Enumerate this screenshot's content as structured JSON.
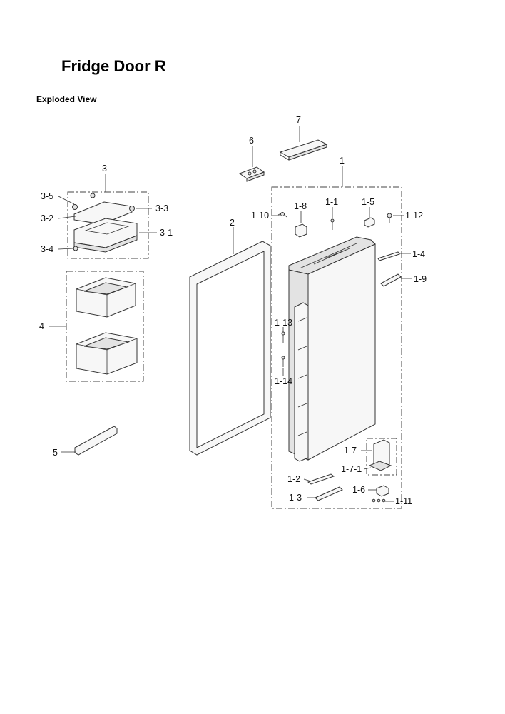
{
  "title": "Fridge Door R",
  "subtitle": "Exploded View",
  "callouts": [
    {
      "id": "7",
      "text": "7"
    },
    {
      "id": "6",
      "text": "6"
    },
    {
      "id": "1",
      "text": "1"
    },
    {
      "id": "3",
      "text": "3"
    },
    {
      "id": "3-5",
      "text": "3-5"
    },
    {
      "id": "3-3",
      "text": "3-3"
    },
    {
      "id": "3-2",
      "text": "3-2"
    },
    {
      "id": "3-1",
      "text": "3-1"
    },
    {
      "id": "3-4",
      "text": "3-4"
    },
    {
      "id": "2",
      "text": "2"
    },
    {
      "id": "1-10",
      "text": "1-10"
    },
    {
      "id": "1-8",
      "text": "1-8"
    },
    {
      "id": "1-1",
      "text": "1-1"
    },
    {
      "id": "1-5",
      "text": "1-5"
    },
    {
      "id": "1-12",
      "text": "1-12"
    },
    {
      "id": "1-4",
      "text": "1-4"
    },
    {
      "id": "1-9",
      "text": "1-9"
    },
    {
      "id": "4",
      "text": "4"
    },
    {
      "id": "1-13",
      "text": "1-13"
    },
    {
      "id": "1-14",
      "text": "1-14"
    },
    {
      "id": "5",
      "text": "5"
    },
    {
      "id": "1-7",
      "text": "1-7"
    },
    {
      "id": "1-7-1",
      "text": "1-7-1"
    },
    {
      "id": "1-2",
      "text": "1-2"
    },
    {
      "id": "1-6",
      "text": "1-6"
    },
    {
      "id": "1-3",
      "text": "1-3"
    },
    {
      "id": "1-11",
      "text": "1-11"
    }
  ]
}
